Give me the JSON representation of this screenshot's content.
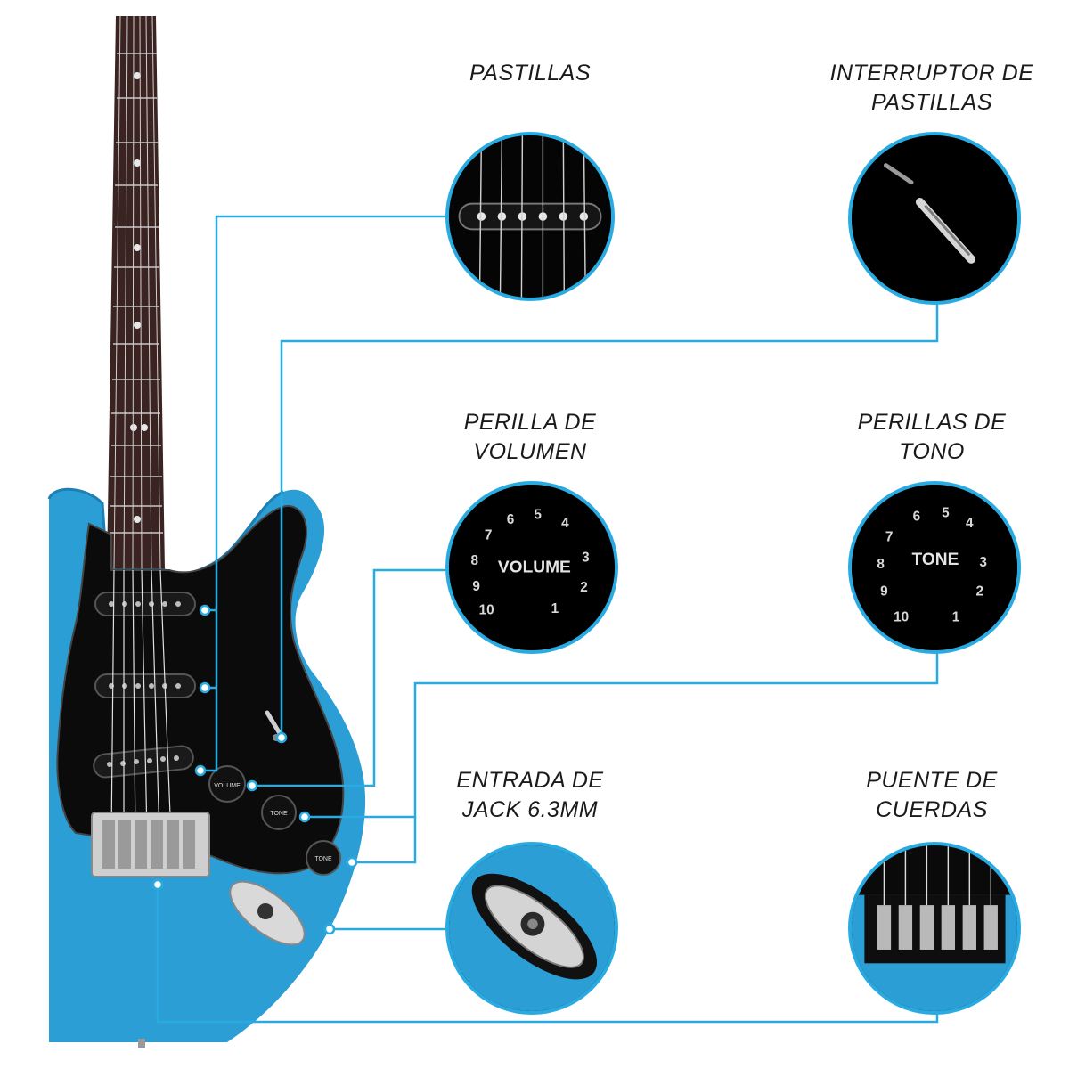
{
  "colors": {
    "body_blue": "#2b9ed6",
    "callout_line": "#29abe2",
    "pickguard": "#0b0b0b",
    "fretboard": "#3a2320"
  },
  "labels": {
    "pickups": "PASTILLAS",
    "pickup_switch": "INTERRUPTOR DE\nPASTILLAS",
    "volume_knob": "PERILLA DE\nVOLUMEN",
    "tone_knobs": "PERILLAS DE\nTONO",
    "jack_input": "ENTRADA DE\nJACK 6.3MM",
    "bridge": "PUENTE DE\nCUERDAS"
  },
  "knob_text": {
    "volume": "VOLUME",
    "tone": "TONE",
    "volume_numbers": [
      "10",
      "9",
      "8",
      "7",
      "6",
      "5",
      "4",
      "3",
      "2",
      "1"
    ],
    "tone_numbers": [
      "10",
      "9",
      "8",
      "7",
      "6",
      "5",
      "4",
      "3",
      "2",
      "1"
    ]
  }
}
